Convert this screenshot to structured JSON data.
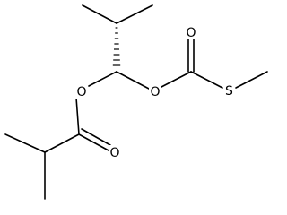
{
  "molecule": {
    "atoms": {
      "o_carbonyl_carbonate": "O",
      "o_ether_right": "O",
      "s_thio": "S",
      "o_ether_left": "O",
      "o_carbonyl_ester": "O"
    },
    "colors": {
      "bond": "#000000",
      "label": "#000000",
      "background": "#ffffff"
    },
    "stereo": {
      "chiral_center": "hashed-wedge"
    }
  }
}
